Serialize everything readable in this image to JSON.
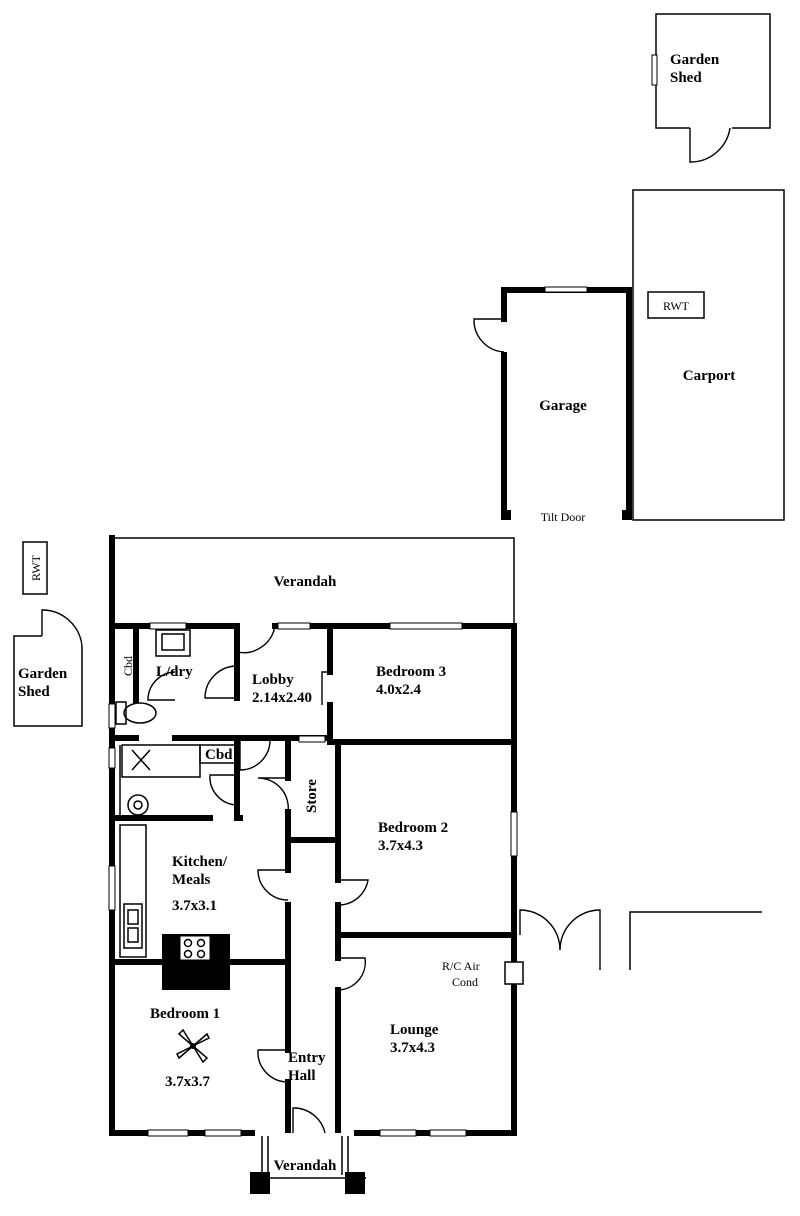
{
  "labels": {
    "garden_shed_top": [
      "Garden",
      "Shed"
    ],
    "garden_shed_left": [
      "Garden",
      "Shed"
    ],
    "rwt_top": "RWT",
    "rwt_left": "RWT",
    "carport": "Carport",
    "garage": "Garage",
    "tilt_door": "Tilt Door",
    "verandah_top": "Verandah",
    "verandah_bottom": "Verandah",
    "cbd_laundry": "Cbd",
    "laundry": "L/dry",
    "lobby": "Lobby",
    "lobby_size": "2.14x2.40",
    "bedroom3": "Bedroom 3",
    "bedroom3_size": "4.0x2.4",
    "cbd_bath": "Cbd",
    "store": "Store",
    "bedroom2": "Bedroom 2",
    "bedroom2_size": "3.7x4.3",
    "kitchen": [
      "Kitchen/",
      "Meals"
    ],
    "kitchen_size": "3.7x3.1",
    "aircon": [
      "R/C Air",
      "Cond"
    ],
    "bedroom1": "Bedroom 1",
    "bedroom1_size": "3.7x3.7",
    "lounge": "Lounge",
    "lounge_size": "3.7x4.3",
    "entry_hall": [
      "Entry",
      "Hall"
    ]
  }
}
